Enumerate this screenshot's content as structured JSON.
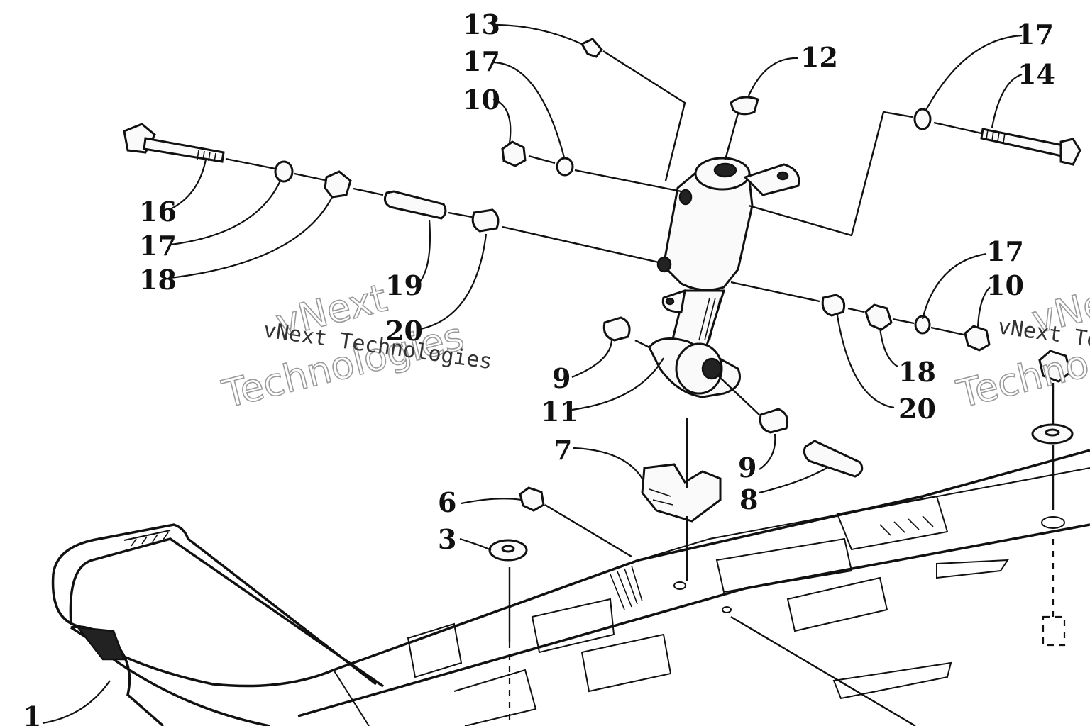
{
  "callouts": {
    "n1": "1",
    "n3": "3",
    "n6": "6",
    "n7": "7",
    "n8": "8",
    "n9a": "9",
    "n9b": "9",
    "n10a": "10",
    "n10b": "10",
    "n11": "11",
    "n12": "12",
    "n13": "13",
    "n14": "14",
    "n16": "16",
    "n17a": "17",
    "n17b": "17",
    "n17c": "17",
    "n17d": "17",
    "n18a": "18",
    "n18b": "18",
    "n19": "19",
    "n20a": "20",
    "n20b": "20"
  },
  "watermarks": {
    "left_small": "vNext Technologies",
    "left_big_1": "vNext",
    "left_big_2": "Technologies",
    "right_small": "vNext Te",
    "right_big_1": "vNe",
    "right_big_2": "Techno"
  },
  "colors": {
    "ink": "#111111",
    "paper": "#ffffff",
    "watermark": "#9a9a9a"
  }
}
